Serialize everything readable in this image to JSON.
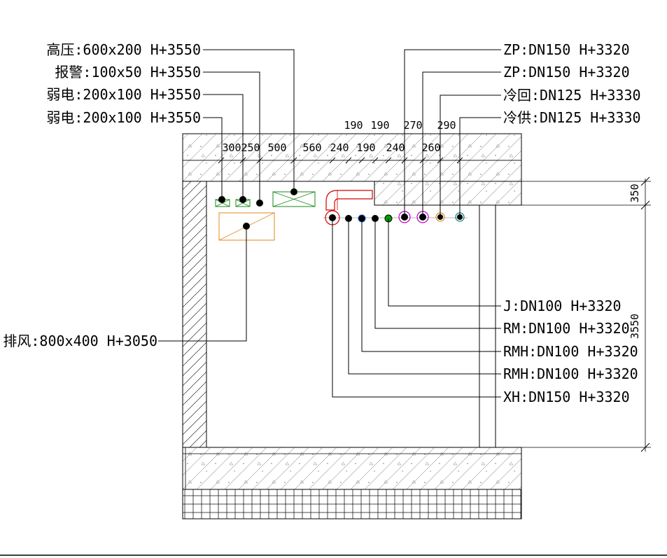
{
  "colors": {
    "line": "#000000",
    "tray_green": "#1a8a1a",
    "duct_orange": "#e08a1e",
    "pipe_red": "#d40000",
    "pipe_magenta": "#c000c0",
    "pipe_green": "#00a000",
    "pipe_blue": "#0050c0",
    "pipe_cyan": "#008080"
  },
  "left_labels": [
    {
      "text": "高压:600x200 H+3550"
    },
    {
      "text": "报警:100x50 H+3550"
    },
    {
      "text": "弱电:200x100 H+3550"
    },
    {
      "text": "弱电:200x100 H+3550"
    }
  ],
  "exhaust_label": "排风:800x400 H+3050",
  "right_top_labels": [
    {
      "text": "ZP:DN150 H+3320"
    },
    {
      "text": "ZP:DN150 H+3320"
    },
    {
      "text": "冷回:DN125 H+3330"
    },
    {
      "text": "冷供:DN125 H+3330"
    }
  ],
  "right_bottom_labels": [
    {
      "text": "J:DN100 H+3320"
    },
    {
      "text": "RM:DN100 H+3320"
    },
    {
      "text": "RMH:DN100 H+3320"
    },
    {
      "text": "RMH:DN100 H+3320"
    },
    {
      "text": "XH:DN150 H+3320"
    }
  ],
  "dims_top_row": [
    "190",
    "190",
    "270",
    "290"
  ],
  "dims_second_row": [
    "300",
    "250",
    "500",
    "560",
    "240",
    "190",
    "240",
    "260"
  ],
  "vertical_dims": [
    "350",
    "3550"
  ]
}
